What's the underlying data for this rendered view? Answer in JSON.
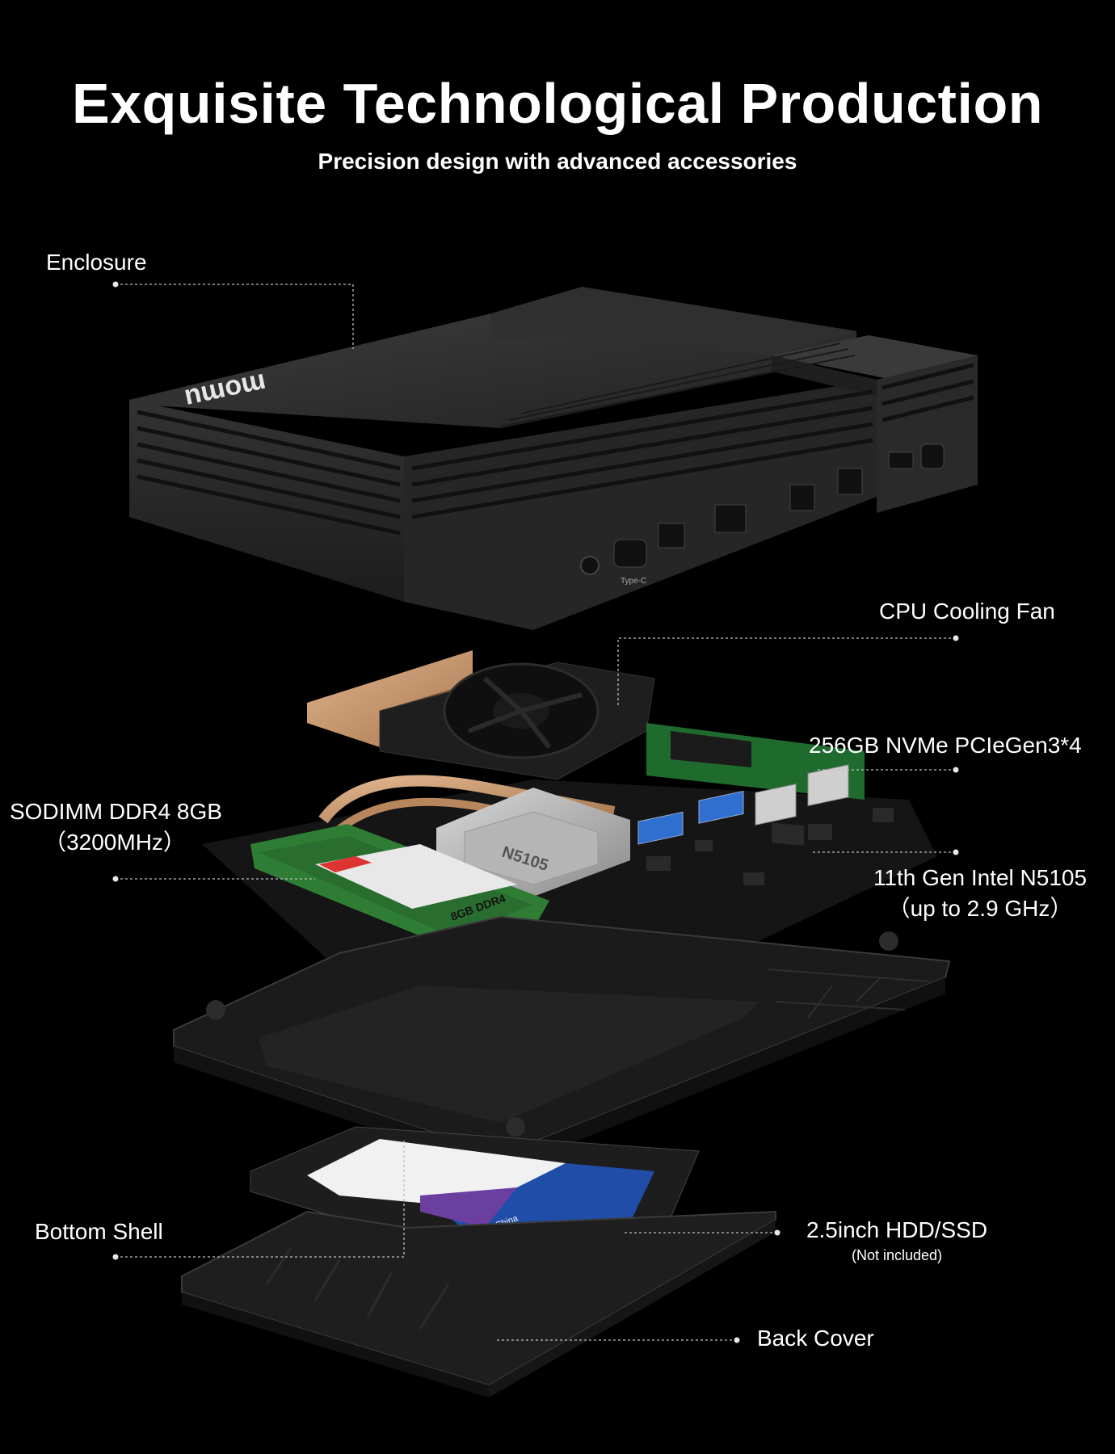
{
  "header": {
    "title": "Exquisite Technological Production",
    "subtitle": "Precision design with advanced accessories"
  },
  "labels": {
    "enclosure": "Enclosure",
    "cpu_fan": "CPU Cooling Fan",
    "nvme": "256GB NVMe PCIeGen3*4",
    "ram_line1": "SODIMM DDR4 8GB",
    "ram_line2": "（3200MHz）",
    "cpu_line1": "11th Gen Intel N5105",
    "cpu_line2": "（up to 2.9 GHz）",
    "bottom_shell": "Bottom Shell",
    "hdd": "2.5inch HDD/SSD",
    "hdd_note": "(Not included)",
    "back_cover": "Back Cover"
  },
  "product_marks": {
    "brand_logo": "momu",
    "port_typec": "Type-C",
    "ram_sticker": "8GB DDR4",
    "cpu_chip": "N5105",
    "ssd_sticker": "Made in China"
  },
  "colors": {
    "background": "#000000",
    "text": "#ffffff",
    "enclosure": "#2b2b2b",
    "heatsink_copper": "#c79a72",
    "ram_pcb": "#2f7d35",
    "usb_blue": "#2f6fd0"
  }
}
